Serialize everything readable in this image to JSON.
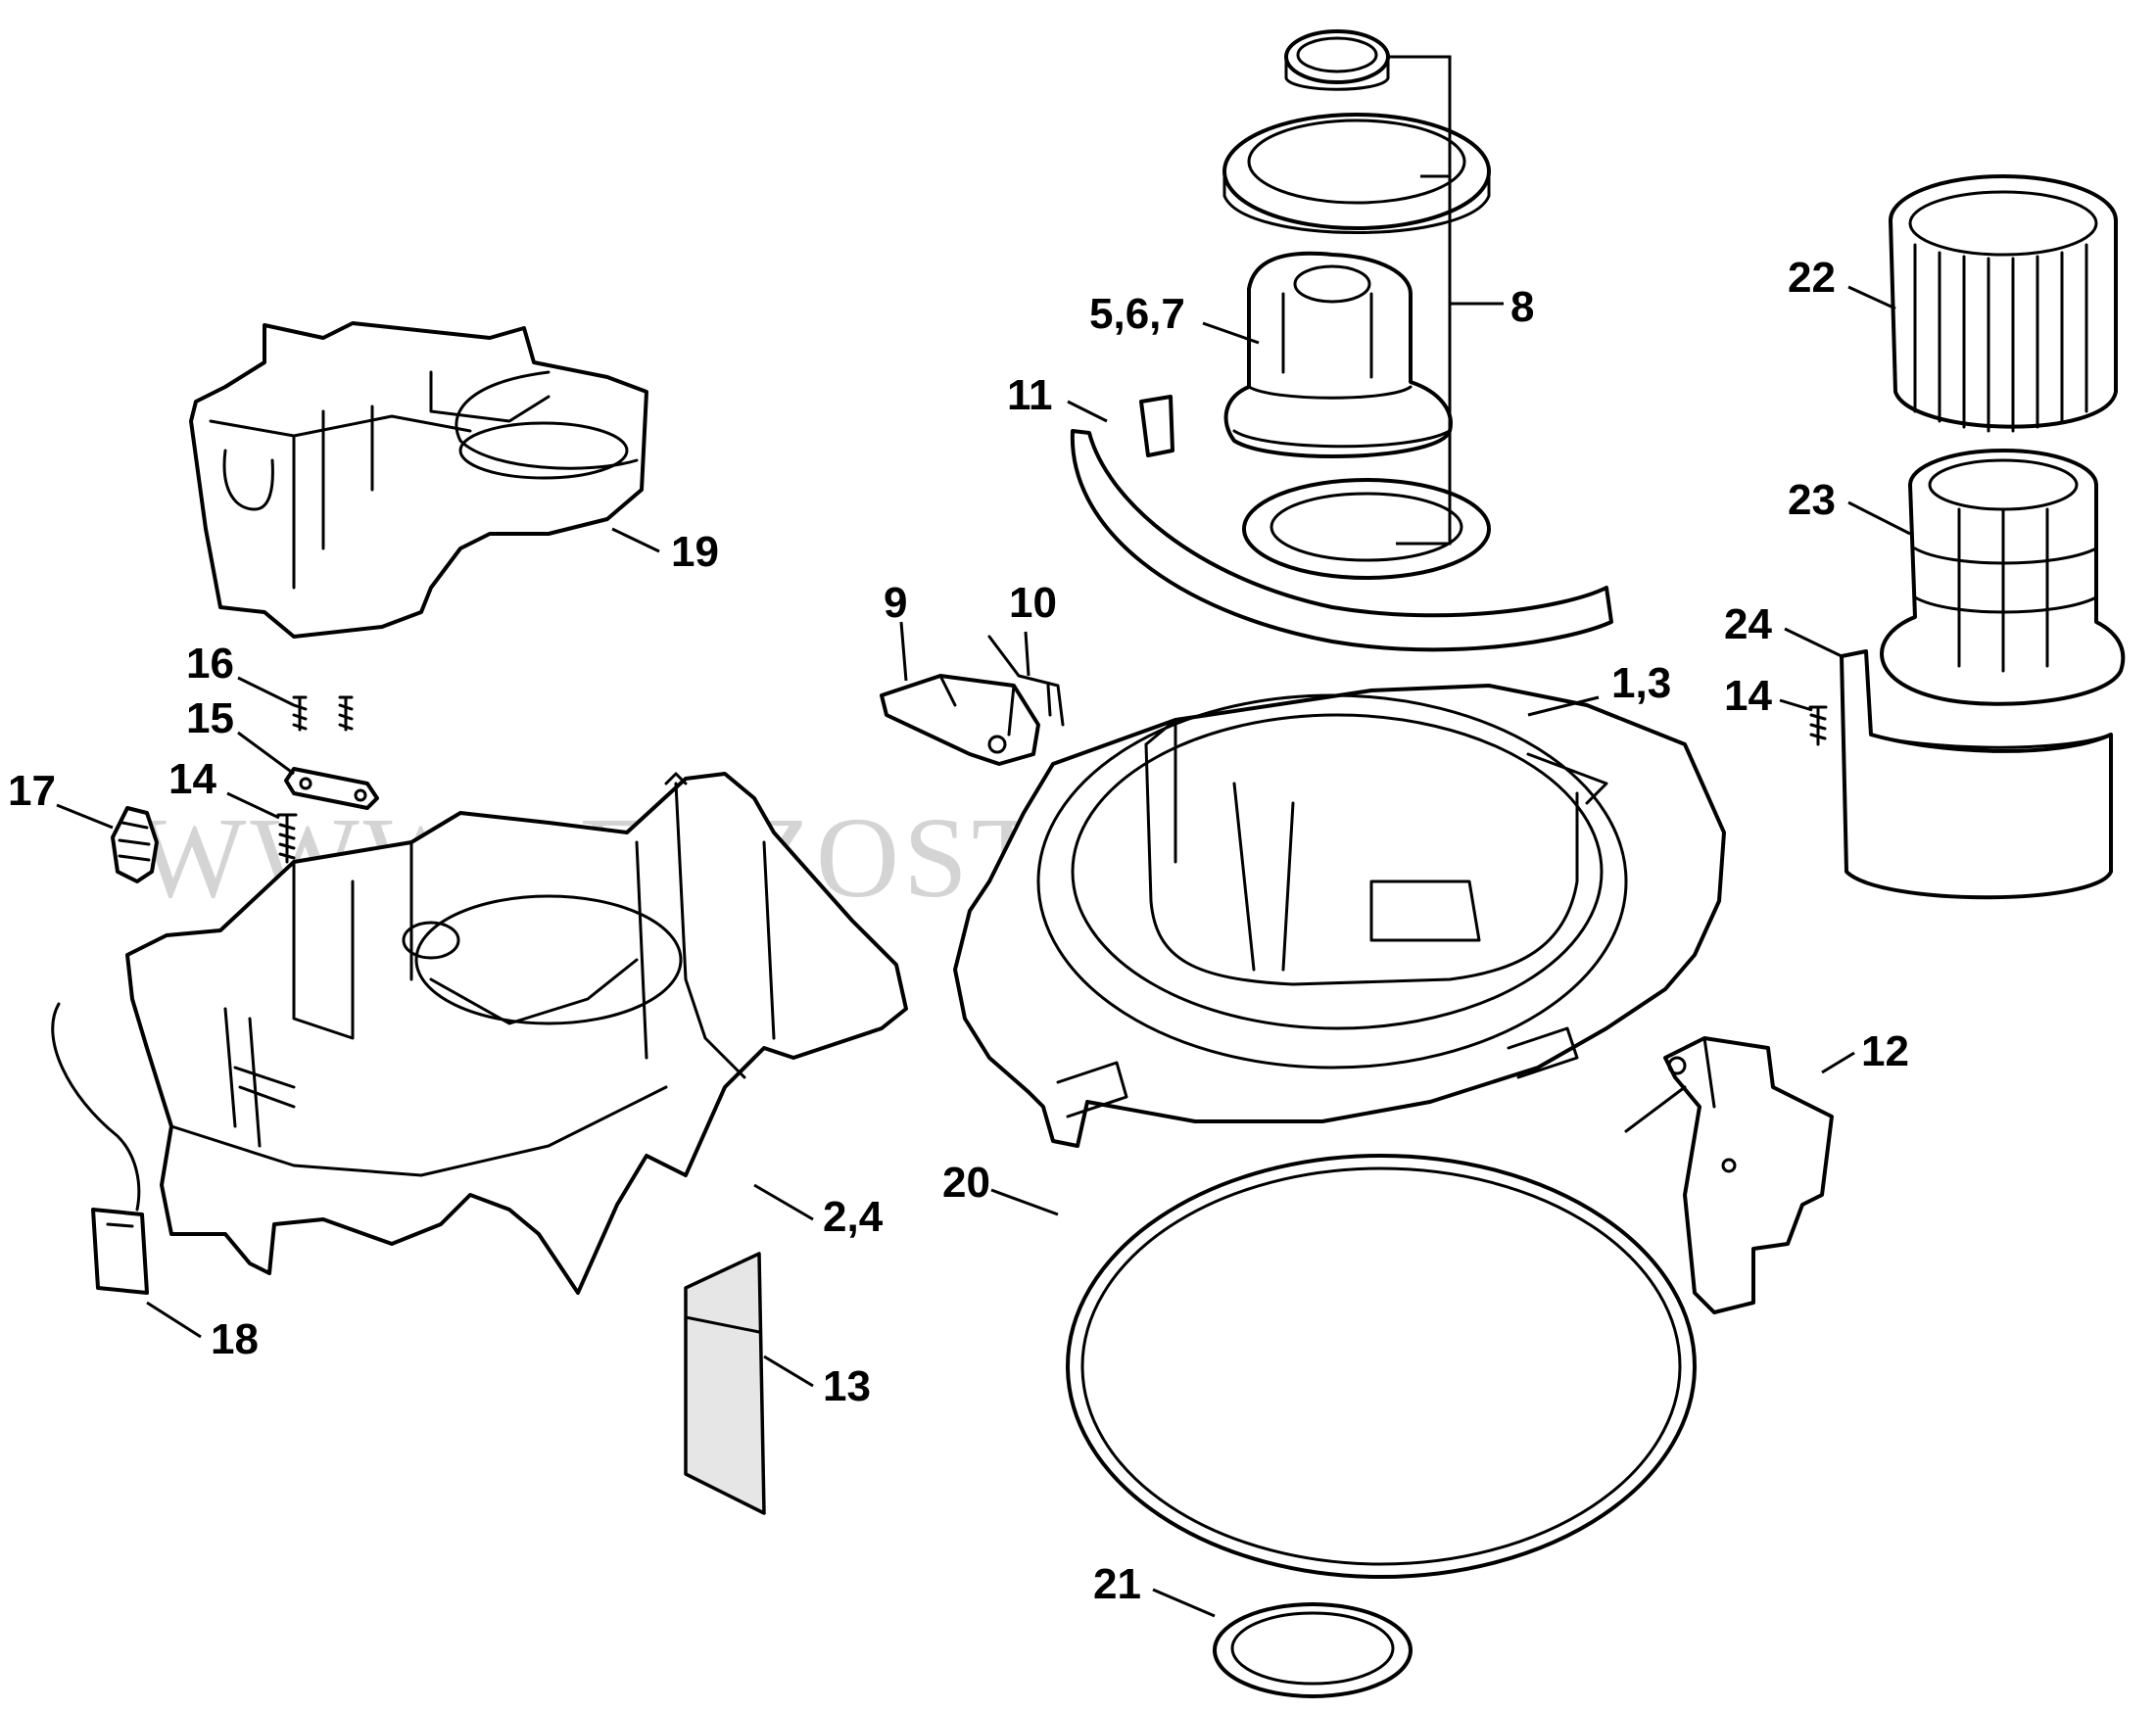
{
  "watermark": "WWW.BENZOSTIHL.SPB.RU",
  "callouts": {
    "c1_3": "1,3",
    "c2_4": "2,4",
    "c5_6_7": "5,6,7",
    "c8": "8",
    "c9": "9",
    "c10": "10",
    "c11": "11",
    "c12": "12",
    "c13": "13",
    "c14a": "14",
    "c14b": "14",
    "c15": "15",
    "c16": "16",
    "c17": "17",
    "c18": "18",
    "c19": "19",
    "c20": "20",
    "c21": "21",
    "c22": "22",
    "c23": "23",
    "c24": "24"
  },
  "colors": {
    "line": "#000000",
    "background": "#ffffff",
    "watermark": "#d4d4d4"
  }
}
